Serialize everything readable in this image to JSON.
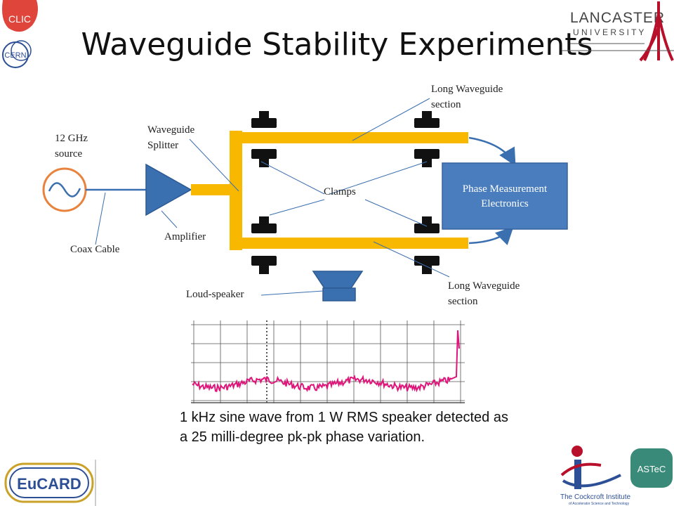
{
  "title": "Waveguide Stability Experiments",
  "logos": {
    "clic": "CLIC",
    "cern": "CERN",
    "lancaster_top": "LANCASTER",
    "lancaster_bottom": "U N I V E R S I T Y",
    "eucard": "EuCARD",
    "astec": "ASTeC",
    "cockcroft_line1": "The Cockcroft Institute",
    "cockcroft_line2": "of Accelerator Science and Technology"
  },
  "labels": {
    "source_line1": "12 GHz",
    "source_line2": "source",
    "coax": "Coax Cable",
    "splitter_line1": "Waveguide",
    "splitter_line2": "Splitter",
    "amplifier": "Amplifier",
    "clamps": "Clamps",
    "long_top_line1": "Long Waveguide",
    "long_top_line2": "section",
    "long_bottom_line1": "Long Waveguide",
    "long_bottom_line2": "section",
    "loudspeaker": "Loud-speaker",
    "pme_line1": "Phase Measurement",
    "pme_line2": "Electronics"
  },
  "caption": "1 kHz sine wave from 1 W RMS speaker detected as a 25 milli-degree pk-pk phase variation.",
  "colors": {
    "waveguide": "#f8b800",
    "amplifier": "#3a6fb0",
    "box": "#4a7dbe",
    "source_ring": "#e8823c",
    "clamp": "#111111",
    "trace": "#e0157a",
    "lancaster_red": "#b8102a"
  }
}
